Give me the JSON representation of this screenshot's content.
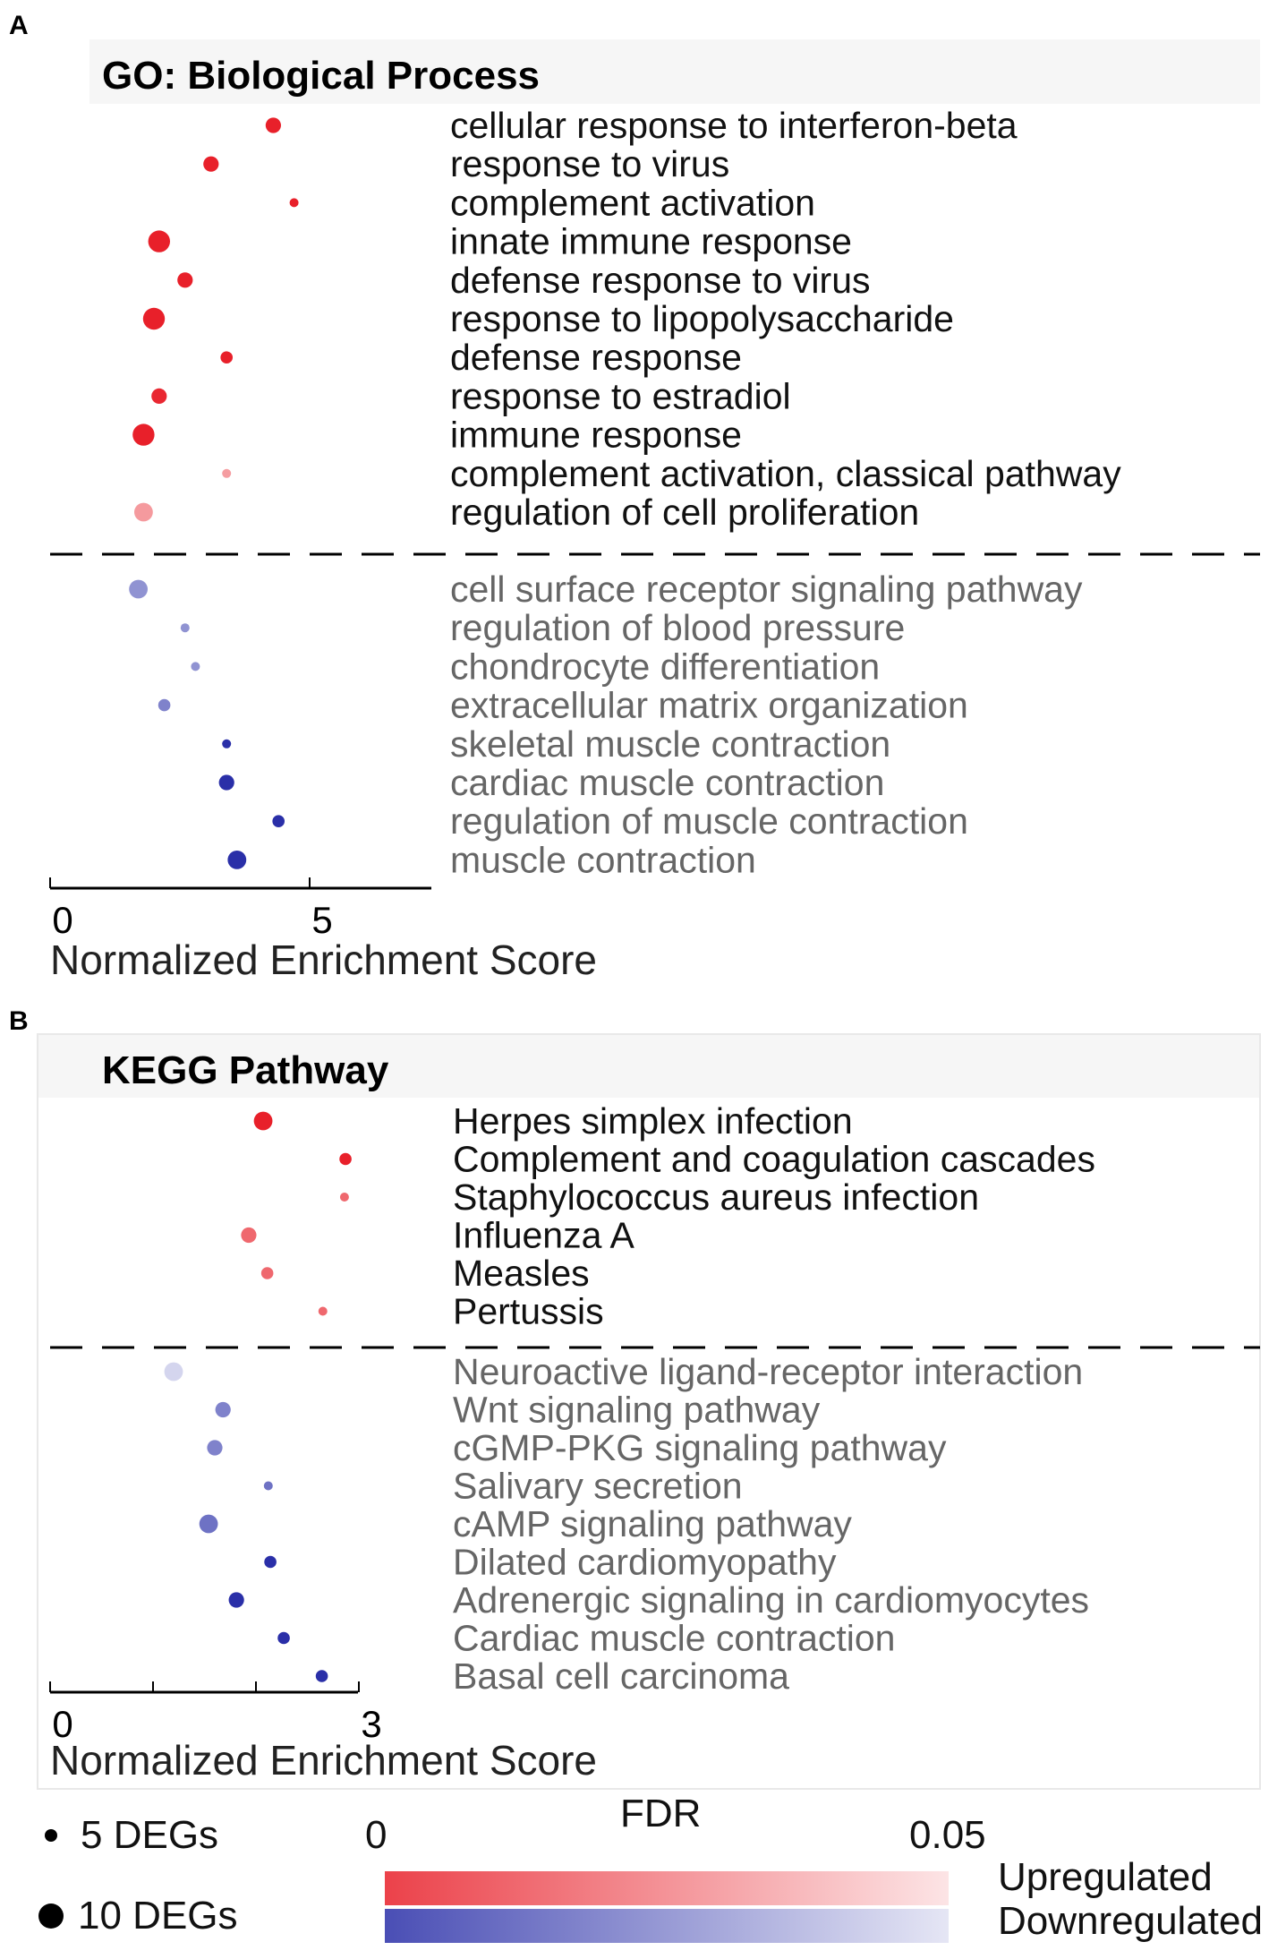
{
  "panel_a": {
    "letter": "A",
    "title": "GO: Biological Process"
  },
  "panel_b": {
    "letter": "B",
    "title": "KEGG Pathway"
  },
  "colors": {
    "up": "#e8202a",
    "up_light": "#f7c9cb",
    "down": "#2a2fa8",
    "down_light": "#e6e6f4"
  },
  "chart_data": [
    {
      "type": "scatter",
      "title": "GO: Biological Process",
      "xlabel": "Normalized Enrichment Score",
      "xlim": [
        0,
        7.4
      ],
      "xticks": [
        {
          "value": 0,
          "label": "0"
        },
        {
          "value": 5,
          "label": "5"
        }
      ],
      "upregulated": [
        {
          "term": "cellular response to interferon-beta",
          "nes": 4.3,
          "fdr": 0.0,
          "degs": 7
        },
        {
          "term": "response to virus",
          "nes": 3.1,
          "fdr": 0.0,
          "degs": 7
        },
        {
          "term": "complement activation",
          "nes": 4.7,
          "fdr": 0.0,
          "degs": 5
        },
        {
          "term": "innate immune response",
          "nes": 2.1,
          "fdr": 0.0,
          "degs": 9
        },
        {
          "term": "defense response to virus",
          "nes": 2.6,
          "fdr": 0.0,
          "degs": 7
        },
        {
          "term": "response to lipopolysaccharide",
          "nes": 2.0,
          "fdr": 0.0,
          "degs": 9
        },
        {
          "term": "defense response",
          "nes": 3.4,
          "fdr": 0.0,
          "degs": 6
        },
        {
          "term": "response to estradiol",
          "nes": 2.1,
          "fdr": 0.002,
          "degs": 7
        },
        {
          "term": "immune response",
          "nes": 1.8,
          "fdr": 0.0,
          "degs": 9
        },
        {
          "term": "complement activation, classical pathway",
          "nes": 3.4,
          "fdr": 0.035,
          "degs": 5
        },
        {
          "term": "regulation of cell proliferation",
          "nes": 1.8,
          "fdr": 0.034,
          "degs": 8
        }
      ],
      "downregulated": [
        {
          "term": "cell surface receptor signaling pathway",
          "nes": 1.7,
          "fdr": 0.03,
          "degs": 8
        },
        {
          "term": "regulation of blood pressure",
          "nes": 2.6,
          "fdr": 0.03,
          "degs": 5
        },
        {
          "term": "chondrocyte differentiation",
          "nes": 2.8,
          "fdr": 0.03,
          "degs": 5
        },
        {
          "term": "extracellular matrix organization",
          "nes": 2.2,
          "fdr": 0.025,
          "degs": 6
        },
        {
          "term": "skeletal muscle contraction",
          "nes": 3.4,
          "fdr": 0.0,
          "degs": 5
        },
        {
          "term": "cardiac muscle contraction",
          "nes": 3.4,
          "fdr": 0.0,
          "degs": 7
        },
        {
          "term": "regulation of muscle contraction",
          "nes": 4.4,
          "fdr": 0.0,
          "degs": 6
        },
        {
          "term": "muscle contraction",
          "nes": 3.6,
          "fdr": 0.0,
          "degs": 8
        }
      ]
    },
    {
      "type": "scatter",
      "title": "KEGG Pathway",
      "xlabel": "Normalized Enrichment Score",
      "xlim": [
        0,
        3
      ],
      "xticks": [
        {
          "value": 0,
          "label": "0"
        },
        {
          "value": 1,
          "label": ""
        },
        {
          "value": 2,
          "label": ""
        },
        {
          "value": 3,
          "label": "3"
        }
      ],
      "upregulated": [
        {
          "term": "Herpes simplex infection",
          "nes": 2.07,
          "fdr": 0.0,
          "degs": 8
        },
        {
          "term": "Complement and coagulation cascades",
          "nes": 2.87,
          "fdr": 0.0,
          "degs": 6
        },
        {
          "term": "Staphylococcus aureus infection",
          "nes": 2.86,
          "fdr": 0.02,
          "degs": 5
        },
        {
          "term": "Influenza A",
          "nes": 1.93,
          "fdr": 0.02,
          "degs": 7
        },
        {
          "term": "Measles",
          "nes": 2.11,
          "fdr": 0.02,
          "degs": 6
        },
        {
          "term": "Pertussis",
          "nes": 2.65,
          "fdr": 0.02,
          "degs": 5
        }
      ],
      "downregulated": [
        {
          "term": "Neuroactive ligand-receptor interaction",
          "nes": 1.2,
          "fdr": 0.05,
          "degs": 8
        },
        {
          "term": "Wnt signaling pathway",
          "nes": 1.68,
          "fdr": 0.025,
          "degs": 7
        },
        {
          "term": "cGMP-PKG signaling pathway",
          "nes": 1.6,
          "fdr": 0.025,
          "degs": 7
        },
        {
          "term": "Salivary secretion",
          "nes": 2.12,
          "fdr": 0.02,
          "degs": 5
        },
        {
          "term": "cAMP signaling pathway",
          "nes": 1.54,
          "fdr": 0.02,
          "degs": 8
        },
        {
          "term": "Dilated cardiomyopathy",
          "nes": 2.14,
          "fdr": 0.0,
          "degs": 6
        },
        {
          "term": "Adrenergic signaling in cardiomyocytes",
          "nes": 1.81,
          "fdr": 0.0,
          "degs": 7
        },
        {
          "term": "Cardiac muscle contraction",
          "nes": 2.27,
          "fdr": 0.0,
          "degs": 6
        },
        {
          "term": "Basal cell carcinoma",
          "nes": 2.64,
          "fdr": 0.0,
          "degs": 6
        }
      ]
    }
  ],
  "legend": {
    "size_small": "5 DEGs",
    "size_large": "10 DEGs",
    "fdr_title": "FDR",
    "fdr_min": "0",
    "fdr_max": "0.05",
    "up_label": "Upregulated",
    "down_label": "Downregulated"
  }
}
